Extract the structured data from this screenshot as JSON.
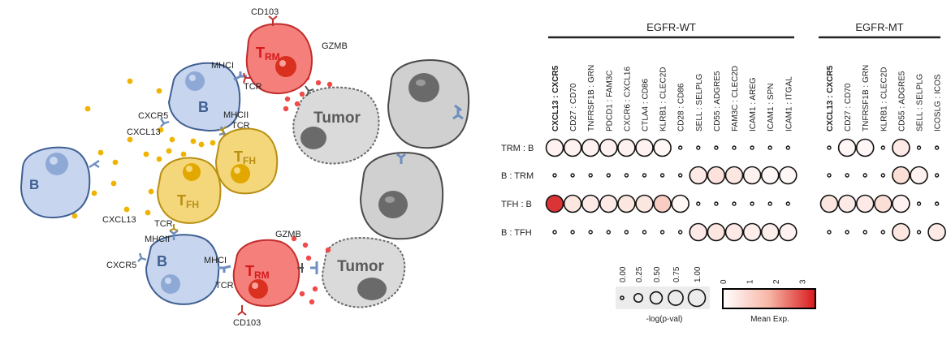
{
  "colors": {
    "b_cell": "#c7d6ee",
    "b_cell_edge": "#3f5f93",
    "tfh_cell": "#f3d77a",
    "tfh_cell_edge": "#b98f12",
    "trm_cell": "#f47f7b",
    "trm_cell_edge": "#c22d2d",
    "tumor_cell": "#d9d9d9",
    "tumor_cell_edge": "#6b6b6b",
    "cxcl13_dot": "#f0b400",
    "gzmb_dot": "#ef4a4a",
    "receptor": "#6e8fbf",
    "scale_low": "#ffffff",
    "scale_high": "#d7191c"
  },
  "cartoon": {
    "cells": {
      "b_left": "B",
      "b_top": "B",
      "b_bottom": "B",
      "tfh_right": "TFH",
      "tfh_left": "TFH",
      "trm_top": "TRM",
      "trm_bottom": "TRM",
      "tumor_top": "Tumor",
      "tumor_bottom": "Tumor"
    },
    "labels": {
      "cd103_top": "CD103",
      "gzmb_top": "GZMB",
      "mhci_top": "MHCI",
      "tcr_top": "TCR",
      "cxcr5_top": "CXCR5",
      "cxcl13_top": "CXCL13",
      "mhcii_top": "MHCII",
      "tcr_mid": "TCR",
      "cxcl13_bottom": "CXCL13",
      "tcr_bottom_tfh": "TCR",
      "mhcii_bottom": "MHCII",
      "cxcr5_bottom": "CXCR5",
      "mhci_bottom": "MHCI",
      "tcr_bottom": "TCR",
      "gzmb_bottom": "GZMB",
      "cd103_bottom": "CD103"
    }
  },
  "chart_data": {
    "type": "dotplot",
    "panels": [
      {
        "title": "EGFR-WT",
        "columns": [
          "CXCL13 : CXCR5",
          "CD27 : CD70",
          "TNFRSF1B : GRN",
          "PDCD1 : FAM3C",
          "CXCR6 : CXCL16",
          "CTLA4 : CD86",
          "KLRB1 : CLEC2D",
          "CD28 : CD86",
          "SELL : SELPLG",
          "CD55 : ADGRE5",
          "FAM3C : CLEC2D",
          "ICAM1 : AREG",
          "ICAM1 : SPN",
          "ICAM1 : ITGAL"
        ],
        "bold_columns": [
          0
        ]
      },
      {
        "title": "EGFR-MT",
        "columns": [
          "CXCL13 : CXCR5",
          "CD27 : CD70",
          "TNFRSF1B : GRN",
          "KLRB1 : CLEC2D",
          "CD55 : ADGRE5",
          "SELL : SELPLG",
          "ICOSLG : ICOS"
        ],
        "bold_columns": [
          0
        ]
      }
    ],
    "rows": [
      "TRM : B",
      "B : TRM",
      "TFH : B",
      "B : TFH"
    ],
    "size_metric": "-log(p-val)",
    "color_metric": "Mean Exp.",
    "size_legend": [
      "0.00",
      "0.25",
      "0.50",
      "0.75",
      "1.00"
    ],
    "size_legend_values": [
      0,
      0.25,
      0.5,
      0.75,
      1.0
    ],
    "color_legend_ticks": [
      "0",
      "1",
      "2",
      "3"
    ],
    "color_range": [
      0,
      3.5
    ],
    "values": {
      "EGFR-WT": {
        "size": [
          [
            1,
            1,
            1,
            1,
            1,
            1,
            1,
            0,
            0,
            0,
            0,
            0,
            0,
            0
          ],
          [
            0,
            0,
            0,
            0,
            0,
            0,
            0,
            0,
            1,
            1,
            1,
            1,
            1,
            1
          ],
          [
            1,
            1,
            1,
            1,
            1,
            1,
            1,
            1,
            0,
            0,
            0,
            0,
            0,
            0
          ],
          [
            0,
            0,
            0,
            0,
            0,
            0,
            0,
            0,
            1,
            1,
            1,
            1,
            1,
            1
          ]
        ],
        "color": [
          [
            0.3,
            0.3,
            0.3,
            0.3,
            0.3,
            0.3,
            0.2,
            0,
            0,
            0,
            0,
            0,
            0,
            0
          ],
          [
            0,
            0,
            0,
            0,
            0,
            0,
            0,
            0,
            0.5,
            0.7,
            0.6,
            0.3,
            0.2,
            0.2
          ],
          [
            3.2,
            0.6,
            0.5,
            0.5,
            0.6,
            0.6,
            1.2,
            0.2,
            0,
            0,
            0,
            0,
            0,
            0
          ],
          [
            0,
            0,
            0,
            0,
            0,
            0,
            0,
            0,
            0.5,
            0.6,
            0.5,
            0.4,
            0.4,
            0.3
          ]
        ]
      },
      "EGFR-MT": {
        "size": [
          [
            0,
            1,
            1,
            0,
            1,
            0,
            0
          ],
          [
            0,
            0,
            0,
            0,
            1,
            1,
            0
          ],
          [
            1,
            1,
            1,
            1,
            1,
            0,
            0
          ],
          [
            0,
            0,
            0,
            0,
            1,
            0,
            1
          ]
        ],
        "color": [
          [
            0,
            0.2,
            0.2,
            0,
            0.5,
            0,
            0
          ],
          [
            0,
            0,
            0,
            0,
            0.8,
            0.3,
            0
          ],
          [
            0.6,
            0.5,
            0.5,
            0.8,
            0.3,
            0,
            0
          ],
          [
            0,
            0,
            0,
            0,
            0.6,
            0,
            0.5
          ]
        ]
      }
    }
  }
}
